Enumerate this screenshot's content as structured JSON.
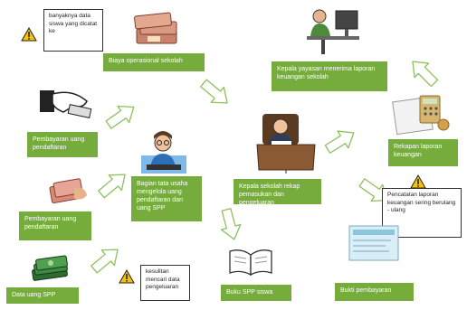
{
  "colors": {
    "box_bg": "#75ac3b",
    "arrow_stroke": "#8cc15a",
    "warning": "#f5c400"
  },
  "boxes": {
    "biaya": "Biaya operasional sekolah",
    "kepala_yayasan": "Kepala yayasan menerima laporan keuangan sekolah",
    "pembayaran_uang_pendaftaran_1": "Pembayaran uang pendaftaran",
    "bagian_tata_usaha": "Bagian tata usaha mengelola uang pendaftaran dan uang SPP",
    "kepala_sekolah": "Kepala sekolah rekap pemasukan dan pengeluaran",
    "rekapan_laporan": "Rekapan laporan keuangan",
    "pembayaran_uang_pendaftaran_2": "Pembayaran uang pendaftaran",
    "data_uang_spp": "Data uang SPP",
    "buku_spp_siswa": "Buku SPP siswa",
    "bukti_pembayaran": "Bukti pembayaran"
  },
  "notes": {
    "note_top": "banyaknya data siswa yang dicatat ke",
    "note_bottom": "kesulitan mencari data pengeluaran",
    "note_right": "Pencatatan laporan keuangan sering berulang - ulang"
  },
  "icons": {
    "warning": "warning-triangle-icon",
    "money_stack": "money-stack-icon",
    "office_worker": "office-worker-icon",
    "hand_money": "hand-giving-money-icon",
    "cash_bundle": "cash-bundle-icon",
    "admin_staff": "admin-staff-icon",
    "principal": "principal-at-desk-icon",
    "calculator": "calculator-icon",
    "banknotes": "banknotes-icon",
    "book": "open-book-icon",
    "receipt": "receipt-icon"
  }
}
